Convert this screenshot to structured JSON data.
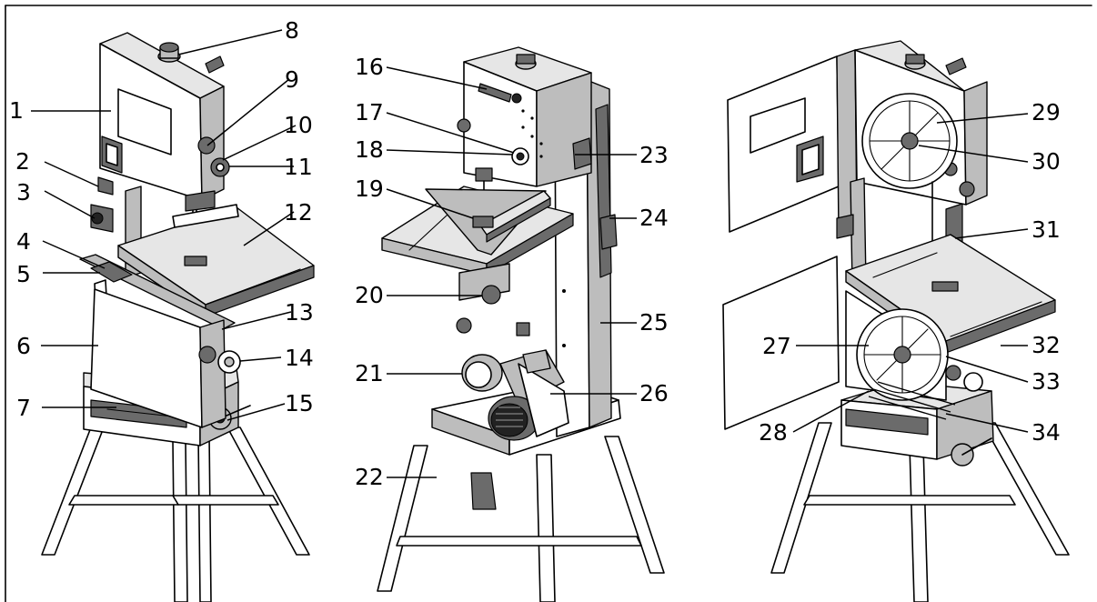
{
  "labels": [
    "1",
    "2",
    "3",
    "4",
    "5",
    "6",
    "7",
    "8",
    "9",
    "10",
    "11",
    "12",
    "13",
    "14",
    "15",
    "16",
    "17",
    "18",
    "19",
    "20",
    "21",
    "22",
    "23",
    "24",
    "25",
    "26",
    "27",
    "28",
    "29",
    "30",
    "31",
    "32",
    "33",
    "34"
  ],
  "colors": {
    "line": "#000000",
    "light_fill": "#e6e6e6",
    "mid_fill": "#bdbdbd",
    "dark_fill": "#6b6b6b",
    "background": "#ffffff"
  }
}
